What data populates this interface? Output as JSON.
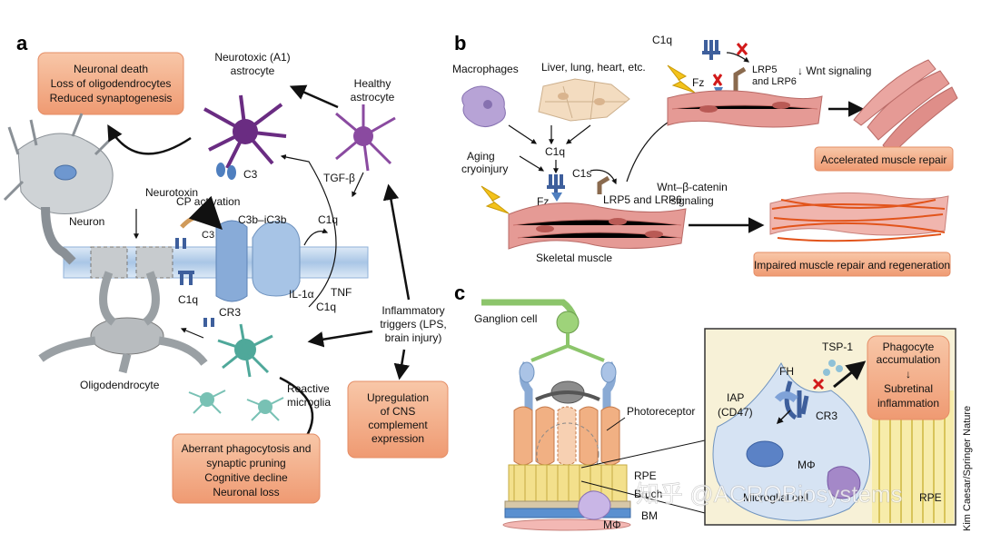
{
  "panels": {
    "a": {
      "letter": "a",
      "box_top": [
        "Neuronal death",
        "Loss of oligodendrocytes",
        "Reduced synaptogenesis"
      ],
      "astro_a1": [
        "Neurotoxic (A1)",
        "astrocyte"
      ],
      "astro_healthy": [
        "Healthy",
        "astrocyte"
      ],
      "c3": "C3",
      "neurotoxin": "Neurotoxin",
      "cp_activation": "CP activation",
      "c3_small": "C3",
      "c3b": "C3b–iC3b",
      "c1q_right": "C1q",
      "tgf": "TGF-β",
      "neuron": "Neuron",
      "c1q_left": "C1q",
      "cr3": "CR3",
      "il1": "IL-1α",
      "tnf": "TNF",
      "c1q_bottom": "C1q",
      "triggers": [
        "Inflammatory",
        "triggers (LPS,",
        "brain injury)"
      ],
      "oligo": "Oligodendrocyte",
      "microglia": [
        "Reactive",
        "microglia"
      ],
      "box_upreg": [
        "Upregulation",
        "of CNS",
        "complement",
        "expression"
      ],
      "box_bottom": [
        "Aberrant phagocytosis and",
        "synaptic pruning",
        "Cognitive decline",
        "Neuronal loss"
      ]
    },
    "b": {
      "letter": "b",
      "macrophages": "Macrophages",
      "liver": "Liver, lung, heart, etc.",
      "c1q_top": "C1q",
      "lrp_top": [
        "LRP5",
        "and LRP6"
      ],
      "wnt_down": "↓ Wnt signaling",
      "fz_top": "Fz",
      "aging": [
        "Aging",
        "cryoinjury"
      ],
      "c1q_mid": "C1q",
      "c1s": "C1s",
      "fz_mid": "Fz",
      "lrp_mid": "LRP5 and LRP6",
      "wnt_beta": [
        "Wnt–β-catenin",
        "signaling"
      ],
      "skeletal": "Skeletal muscle",
      "box_accel": "Accelerated muscle repair",
      "box_impaired": "Impaired muscle repair and regeneration"
    },
    "c": {
      "letter": "c",
      "ganglion": "Ganglion cell",
      "photoreceptor": "Photoreceptor",
      "rpe": "RPE",
      "bruch": "Bruch",
      "mphi_bottom": "MΦ",
      "bm": "BM",
      "tsp": "TSP-1",
      "fh": "FH",
      "iap": [
        "IAP",
        "(CD47)"
      ],
      "cr3": "CR3",
      "mphi_inset": "MΦ",
      "microglial": "Microglial cell",
      "rpe_inset": "RPE",
      "box_phago": [
        "Phagocyte",
        "accumulation",
        "↓",
        "Subretinal",
        "inflammation"
      ]
    }
  },
  "credit": "Kim Caesar/Springer Nature",
  "watermark": "知乎 @ACROBiosystems",
  "colors": {
    "box_fill": "#f4ae8a",
    "box_stroke": "#e48d66",
    "astro_purple": "#6a2c82",
    "microglia_teal": "#4fa89a",
    "axon_blue": "#bfd6ee",
    "neuron_gray": "#cfd3d6",
    "muscle_pink": "#e59a95",
    "inset_bg": "#f7f1d7"
  }
}
